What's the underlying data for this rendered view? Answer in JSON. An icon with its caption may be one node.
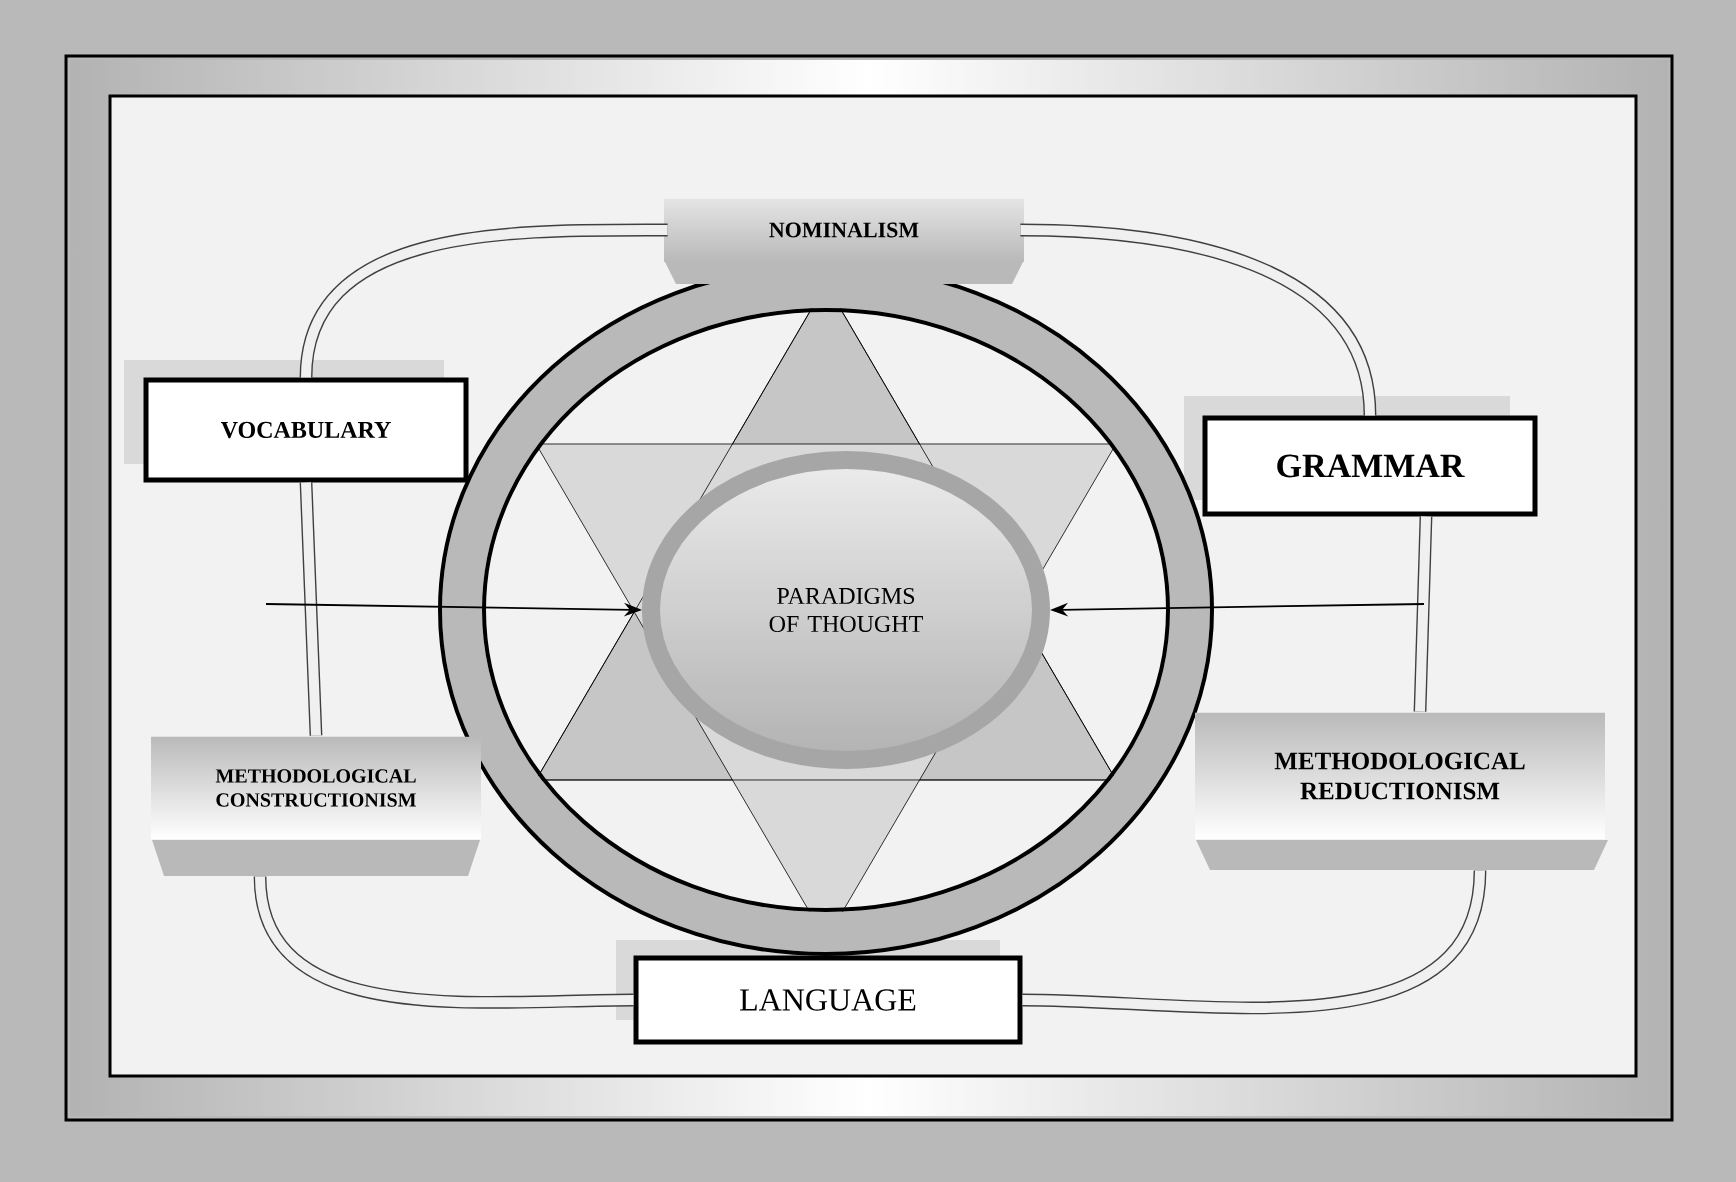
{
  "diagram": {
    "nodes": [
      {
        "text": [
          "NOMINALISM"
        ]
      },
      {
        "text": [
          "VOCABULARY"
        ]
      },
      {
        "text": [
          "GRAMMAR"
        ]
      },
      {
        "text": [
          "PARADIGMS OF THOUGHT"
        ]
      },
      {
        "text": [
          "METHODOLOGICAL CONSTRUCTIONISM"
        ]
      },
      {
        "text": [
          "METHODOLOGICAL REDUCTIONISM"
        ]
      },
      {
        "text": [
          "LANGUAGE"
        ]
      }
    ],
    "edges": [
      {
        "from": 0,
        "to": 1,
        "arrow": "none"
      },
      {
        "from": 0,
        "to": 2,
        "arrow": "none"
      },
      {
        "from": 1,
        "to": 4,
        "arrow": "none"
      },
      {
        "from": 2,
        "to": 5,
        "arrow": "none"
      },
      {
        "from": 4,
        "to": 6,
        "arrow": "none"
      },
      {
        "from": 5,
        "to": 6,
        "arrow": "none"
      },
      {
        "from": null,
        "to": 3,
        "arrow": "to"
      },
      {
        "from": null,
        "to": 3,
        "arrow": "to"
      }
    ]
  }
}
